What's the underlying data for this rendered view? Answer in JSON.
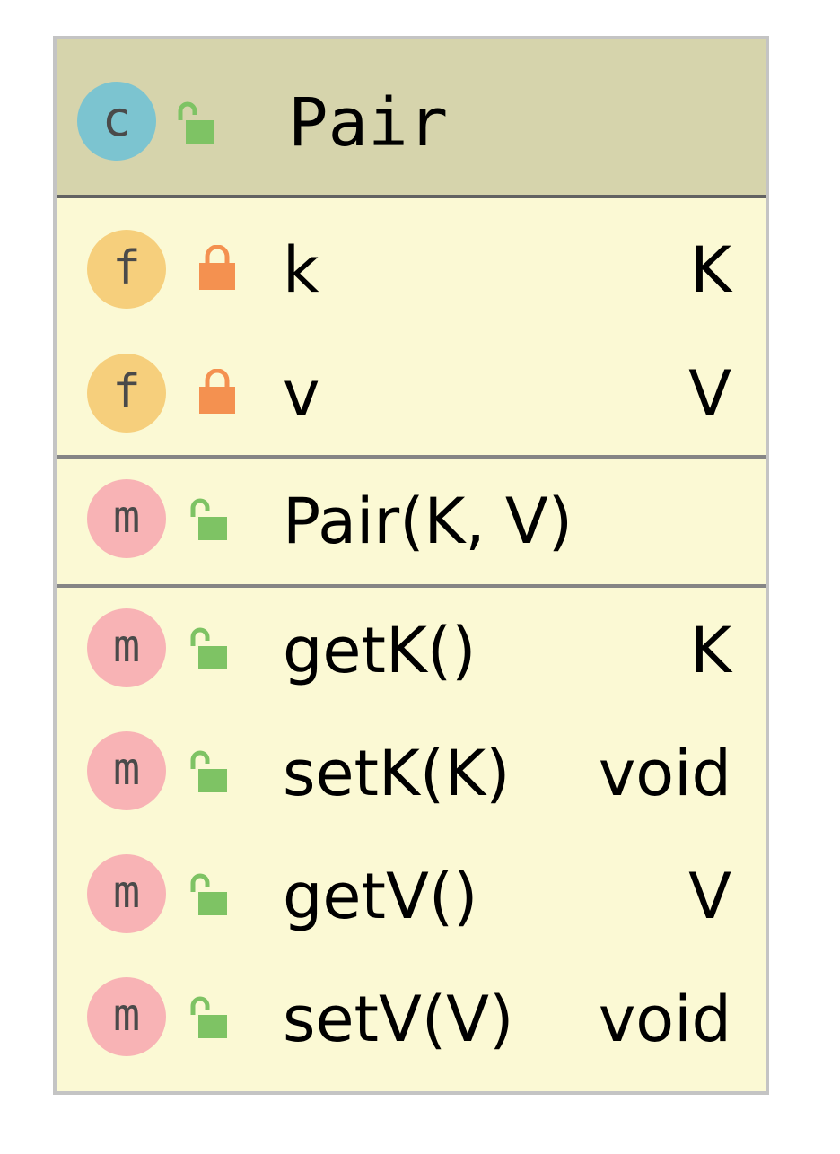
{
  "class": {
    "kind_badge": "c",
    "name": "Pair",
    "badge_colors": {
      "class": "#7cc4d0",
      "field": "#f6cf7c",
      "method": "#f8b3b5"
    },
    "visibility_colors": {
      "public": "#7ec364",
      "private": "#f49150"
    }
  },
  "fields": [
    {
      "badge": "f",
      "visibility_icon": "lock-closed-icon",
      "name": "k",
      "type": "K"
    },
    {
      "badge": "f",
      "visibility_icon": "lock-closed-icon",
      "name": "v",
      "type": "V"
    }
  ],
  "constructors": [
    {
      "badge": "m",
      "visibility_icon": "lock-open-icon",
      "name": "Pair(K, V)",
      "type": ""
    }
  ],
  "methods": [
    {
      "badge": "m",
      "visibility_icon": "lock-open-icon",
      "name": "getK()",
      "type": "K"
    },
    {
      "badge": "m",
      "visibility_icon": "lock-open-icon",
      "name": "setK(K)",
      "type": "void"
    },
    {
      "badge": "m",
      "visibility_icon": "lock-open-icon",
      "name": "getV()",
      "type": "V"
    },
    {
      "badge": "m",
      "visibility_icon": "lock-open-icon",
      "name": "setV(V)",
      "type": "void"
    }
  ]
}
